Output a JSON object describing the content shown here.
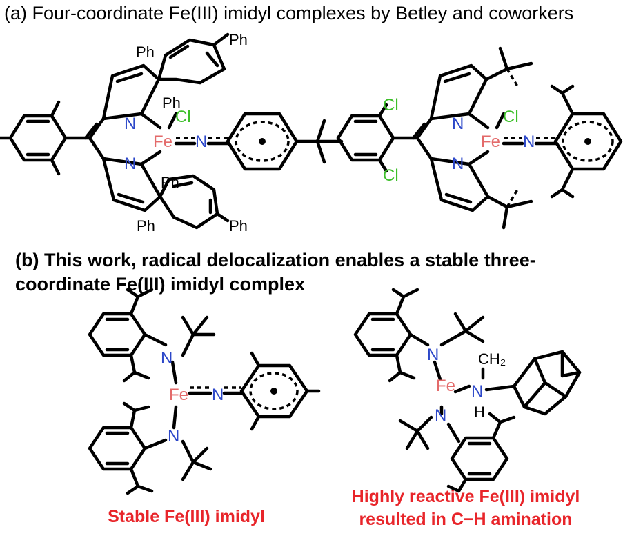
{
  "headings": {
    "a": "(a) Four-coordinate Fe(III) imidyl complexes by Betley and coworkers",
    "b": "(b) This work, radical delocalization enables a stable three-coordinate Fe(III) imidyl complex"
  },
  "atoms": {
    "fe": "Fe",
    "n": "N",
    "cl": "Cl",
    "ph": "Ph",
    "ch2": "CH₂",
    "h": "H"
  },
  "captions": {
    "stable": "Stable Fe(III) imidyl",
    "reactive_line1": "Highly reactive Fe(III) imidyl",
    "reactive_line2": "resulted in C−H amination"
  },
  "colors": {
    "nitrogen": "#2c47c9",
    "iron": "#e36a6a",
    "chlorine": "#3dbf2a",
    "caption": "#e8252a"
  }
}
